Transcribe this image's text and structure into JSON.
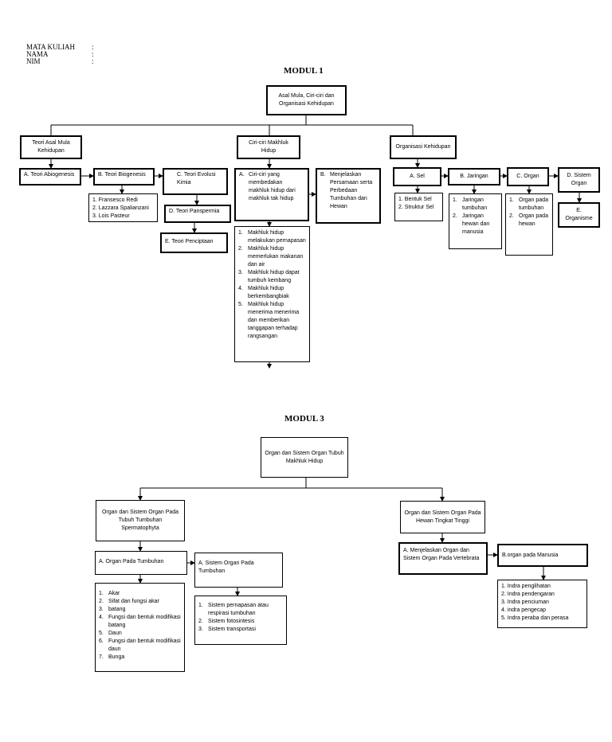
{
  "header": {
    "rows": [
      {
        "label": "MATA KULIAH",
        "sep": ":"
      },
      {
        "label": "NAMA",
        "sep": ":"
      },
      {
        "label": "NIM",
        "sep": ":"
      }
    ]
  },
  "modul1": {
    "title": "MODUL 1",
    "root": "Asal Mula, Ciri-ciri dan Organisasi Kehidupan",
    "branch1": "Teori Asal Mula Kehidupan",
    "branch2": "Ciri-ciri Makhluk Hidup",
    "branch3": "Organisasi Kehidupan",
    "abiogenesis": "A. Teori Abiogenesis",
    "biogenesis": "B. Teori Biogenesis",
    "biogenesis_list": [
      "1. Fransesco Redi",
      "2. Lazzara Spalianzani",
      "3. Lois Pasteur"
    ],
    "evolusi": "C. Teori Evolusi Kimia",
    "panspermia": "D. Teori Panspermia",
    "penciptaan": "E. Teori Penciptaan",
    "ciri_a_num": "A.",
    "ciri_a": "Ciri-ciri yang membedakan makhluk hidup dari makhluk tak hidup",
    "ciri_b_num": "B.",
    "ciri_b": "Menjelaskan Persamaan serta Perbedaan Tumbuhan dan Hewan",
    "ciri_list": [
      {
        "n": "1.",
        "t": "Makhluk hidup melakukan pernapasan"
      },
      {
        "n": "2.",
        "t": "Makhluk hidup memerlukan makanan dan air"
      },
      {
        "n": "3.",
        "t": "Makhluk hidup dapat tumbuh kembang"
      },
      {
        "n": "4.",
        "t": "Makhluk hidup berkembangbiak"
      },
      {
        "n": "5.",
        "t": "Makhluk hidup menerima menerima dan memberikan tanggapan terhadap rangsangan"
      }
    ],
    "sel": "A. Sel",
    "sel_list": [
      "1. Bentuk Sel",
      "2. Struktur Sel"
    ],
    "jaringan": "B. Jaringan",
    "jaringan_list": [
      {
        "n": "1.",
        "t": "Jaringan tumbuhan"
      },
      {
        "n": "2.",
        "t": "Jaringan hewan dan manusia"
      }
    ],
    "organ": "C. Organ",
    "organ_list": [
      {
        "n": "1.",
        "t": "Organ pada tumbuhan"
      },
      {
        "n": "2.",
        "t": "Organ pada hewan"
      }
    ],
    "sistem_organ": "D. Sistem Organ",
    "organisme": "E. Organisme"
  },
  "modul3": {
    "title": "MODUL 3",
    "root": "Organ dan Sistem Organ Tubuh Makhluk Hidup",
    "tumbuhan": "Organ dan Sistem Organ Pada Tubuh Tumbuhan Spermatophyta",
    "hewan": "Organ dan Sistem Organ Pada Hewan Tingkat Tinggi",
    "organ_tumbuhan": "A. Organ Pada Tumbuhan",
    "organ_tumbuhan_list": [
      {
        "n": "1.",
        "t": "Akar"
      },
      {
        "n": "2.",
        "t": "Sifat dan fungsi akar"
      },
      {
        "n": "3.",
        "t": "batang"
      },
      {
        "n": "4.",
        "t": "Fungsi dan bentuk modifikasi batang"
      },
      {
        "n": "5.",
        "t": "Daun"
      },
      {
        "n": "6.",
        "t": "Fungsi dan bentuk modifikasi daun"
      },
      {
        "n": "7.",
        "t": "Bunga"
      }
    ],
    "sistem_tumbuhan": "A. Sistem Organ Pada Tumbuhan",
    "sistem_tumbuhan_list": [
      {
        "n": "1.",
        "t": "Sistem pernapasan atau respirasi tumbuhan"
      },
      {
        "n": "2.",
        "t": "Sistem fotosintesis"
      },
      {
        "n": "3.",
        "t": "Sistem transportasi"
      }
    ],
    "vertebrata": "A. Menjelaskan Organ dan Sistem Organ Pada Vertebrata",
    "manusia": "B.organ pada Manusia",
    "manusia_list": [
      "1. Indra penglihatan",
      "2. Indra pendengaran",
      "3. Indra penciuman",
      "4. indra pengecap",
      "5. Indra peraba dan perasa"
    ]
  }
}
